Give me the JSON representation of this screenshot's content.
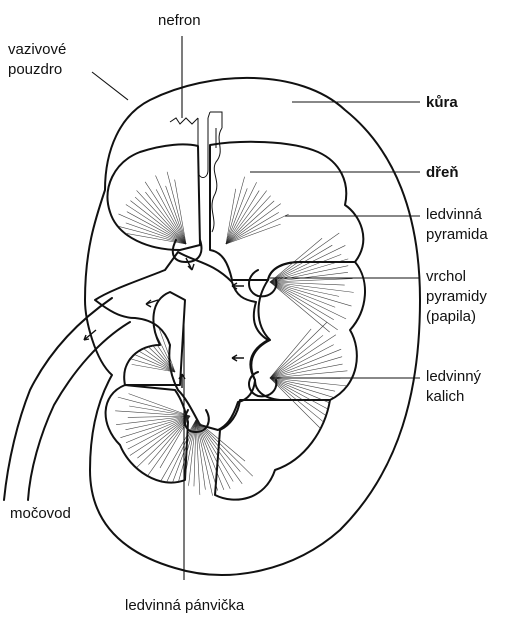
{
  "diagram": {
    "labels": {
      "nefron": "nefron",
      "vazivove_pouzdro": [
        "vazivové",
        "pouzdro"
      ],
      "kura": "kůra",
      "dren": "dřeň",
      "ledvinna_pyramida": [
        "ledvinná",
        "pyramida"
      ],
      "vrchol_pyramidy": [
        "vrchol",
        "pyramidy",
        "(papila)"
      ],
      "ledvinny_kalich": [
        "ledvinný",
        "kalich"
      ],
      "mocovod": "močovod",
      "ledvinna_panvicka": "ledvinná pánvička"
    },
    "colors": {
      "ink": "#111111",
      "background": "#ffffff",
      "stipple": "#555555"
    }
  }
}
